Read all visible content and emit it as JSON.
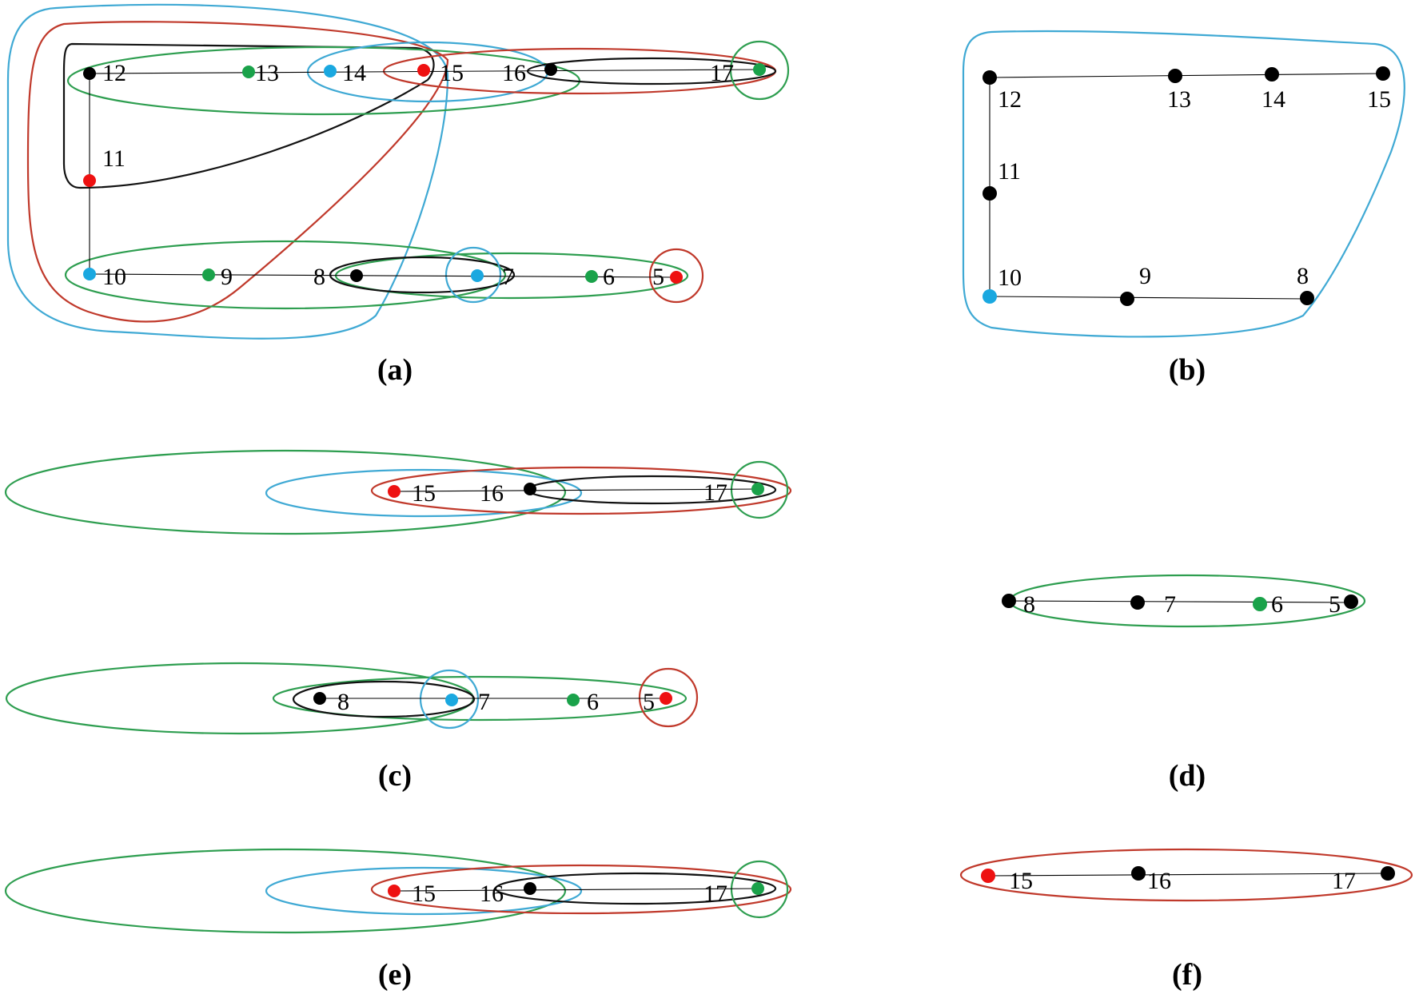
{
  "colors": {
    "black": "#000000",
    "red": "#ee1111",
    "green": "#1aa24a",
    "blue": "#1aa8e0",
    "hull_red": "#c0392b",
    "hull_green": "#2e9e50",
    "hull_blue": "#3fa9d4",
    "hull_black": "#111111"
  },
  "panels": [
    {
      "id": "a",
      "caption": "(a)",
      "nodes": [
        {
          "id": "12",
          "label": "12",
          "color": "black"
        },
        {
          "id": "13",
          "label": "13",
          "color": "green"
        },
        {
          "id": "14",
          "label": "14",
          "color": "blue"
        },
        {
          "id": "15",
          "label": "15",
          "color": "red"
        },
        {
          "id": "16",
          "label": "16",
          "color": "black"
        },
        {
          "id": "17",
          "label": "17",
          "color": "green"
        },
        {
          "id": "11",
          "label": "11",
          "color": "red"
        },
        {
          "id": "10",
          "label": "10",
          "color": "blue"
        },
        {
          "id": "9",
          "label": "9",
          "color": "green"
        },
        {
          "id": "8",
          "label": "8",
          "color": "black"
        },
        {
          "id": "7",
          "label": "7",
          "color": "blue"
        },
        {
          "id": "6",
          "label": "6",
          "color": "green"
        },
        {
          "id": "5",
          "label": "5",
          "color": "red"
        }
      ]
    },
    {
      "id": "b",
      "caption": "(b)",
      "nodes": [
        {
          "id": "12",
          "label": "12",
          "color": "black"
        },
        {
          "id": "13",
          "label": "13",
          "color": "black"
        },
        {
          "id": "14",
          "label": "14",
          "color": "black"
        },
        {
          "id": "15",
          "label": "15",
          "color": "black"
        },
        {
          "id": "11",
          "label": "11",
          "color": "black"
        },
        {
          "id": "10",
          "label": "10",
          "color": "blue"
        },
        {
          "id": "9",
          "label": "9",
          "color": "black"
        },
        {
          "id": "8",
          "label": "8",
          "color": "black"
        }
      ]
    },
    {
      "id": "c",
      "caption": "(c)",
      "nodes": [
        {
          "id": "15",
          "label": "15",
          "color": "red"
        },
        {
          "id": "16",
          "label": "16",
          "color": "black"
        },
        {
          "id": "17",
          "label": "17",
          "color": "green"
        },
        {
          "id": "8",
          "label": "8",
          "color": "black"
        },
        {
          "id": "7",
          "label": "7",
          "color": "blue"
        },
        {
          "id": "6",
          "label": "6",
          "color": "green"
        },
        {
          "id": "5",
          "label": "5",
          "color": "red"
        }
      ]
    },
    {
      "id": "d",
      "caption": "(d)",
      "nodes": [
        {
          "id": "8",
          "label": "8",
          "color": "black"
        },
        {
          "id": "7",
          "label": "7",
          "color": "black"
        },
        {
          "id": "6",
          "label": "6",
          "color": "green"
        },
        {
          "id": "5",
          "label": "5",
          "color": "black"
        }
      ]
    },
    {
      "id": "e",
      "caption": "(e)",
      "nodes": [
        {
          "id": "15",
          "label": "15",
          "color": "red"
        },
        {
          "id": "16",
          "label": "16",
          "color": "black"
        },
        {
          "id": "17",
          "label": "17",
          "color": "green"
        }
      ]
    },
    {
      "id": "f",
      "caption": "(f)",
      "nodes": [
        {
          "id": "15",
          "label": "15",
          "color": "red"
        },
        {
          "id": "16",
          "label": "16",
          "color": "black"
        },
        {
          "id": "17",
          "label": "17",
          "color": "black"
        }
      ]
    }
  ]
}
